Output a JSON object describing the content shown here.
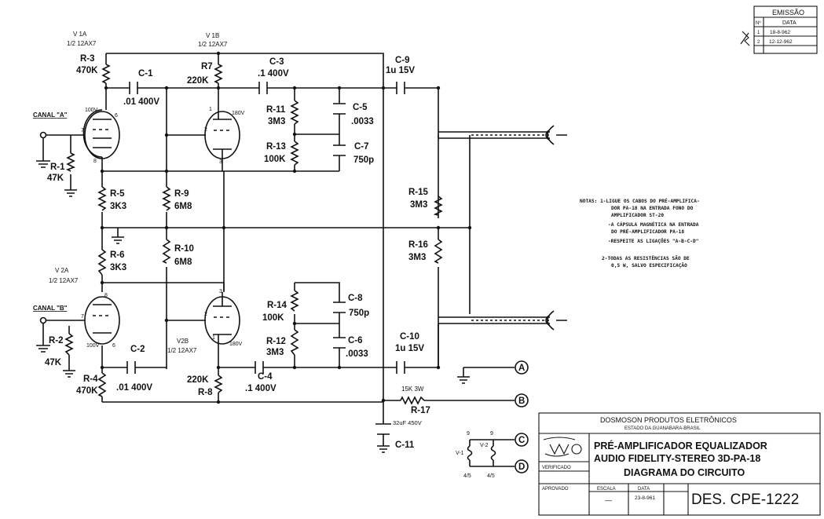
{
  "tubes": {
    "v1a": {
      "name": "V 1A",
      "type": "1/2 12AX7",
      "plate_v": "100V",
      "pins": [
        "6",
        "7",
        "8"
      ]
    },
    "v1b": {
      "name": "V 1B",
      "type": "1/2 12AX7",
      "plate_v": "180V",
      "pins": [
        "1",
        "2",
        "3"
      ]
    },
    "v2a": {
      "name": "V 2A",
      "type": "1/2 12AX7",
      "plate_v": "100V",
      "pins": [
        "8",
        "7",
        "6"
      ]
    },
    "v2b": {
      "name": "V2B",
      "type": "1/2 12AX7",
      "plate_v": "180V",
      "pins": [
        "3",
        "2",
        "1"
      ]
    }
  },
  "channels": {
    "a": "CANAL \"A\"",
    "b": "CANAL \"B\""
  },
  "components": {
    "r3": {
      "ref": "R-3",
      "val": "470K"
    },
    "c1": {
      "ref": "C-1",
      "val": ".01 400V"
    },
    "r7": {
      "ref": "R7",
      "val": "220K"
    },
    "c3": {
      "ref": "C-3",
      "val": ".1 400V"
    },
    "c9": {
      "ref": "C-9",
      "val": "1u 15V"
    },
    "r11": {
      "ref": "R-11",
      "val": "3M3"
    },
    "c5": {
      "ref": "C-5",
      "val": ".0033"
    },
    "r13": {
      "ref": "R-13",
      "val": "100K"
    },
    "c7": {
      "ref": "C-7",
      "val": "750p"
    },
    "r1": {
      "ref": "R-1",
      "val": "47K"
    },
    "r5": {
      "ref": "R-5",
      "val": "3K3"
    },
    "r9": {
      "ref": "R-9",
      "val": "6M8"
    },
    "r15": {
      "ref": "R-15",
      "val": "3M3"
    },
    "r10": {
      "ref": "R-10",
      "val": "6M8"
    },
    "r16": {
      "ref": "R-16",
      "val": "3M3"
    },
    "r6": {
      "ref": "R-6",
      "val": "3K3"
    },
    "r14": {
      "ref": "R-14",
      "val": "100K"
    },
    "c8": {
      "ref": "C-8",
      "val": "750p"
    },
    "r2": {
      "ref": "R-2",
      "val": "47K"
    },
    "r12": {
      "ref": "R-12",
      "val": "3M3"
    },
    "c6": {
      "ref": "C-6",
      "val": ".0033"
    },
    "c10": {
      "ref": "C-10",
      "val": "1u 15V"
    },
    "c2": {
      "ref": "C-2",
      "val": ""
    },
    "r4": {
      "ref": "R-4",
      "val": "470K"
    },
    "c2v": {
      "ref": "",
      "val": ".01 400V"
    },
    "r8": {
      "ref": "R-8",
      "val": "220K"
    },
    "c4": {
      "ref": "C-4",
      "val": ".1 400V"
    },
    "r17": {
      "ref": "R-17",
      "val": "15K 3W"
    },
    "c11": {
      "ref": "C-11",
      "val": "32uF 450V"
    }
  },
  "terminals": [
    "A",
    "B",
    "C",
    "D"
  ],
  "heater": {
    "v1": "V-1",
    "v2": "V-2",
    "top": "9",
    "bottom": "4/5"
  },
  "notes": [
    "NOTAS: 1-LIGUE OS CABOS DO PRÉ-AMPLIFICA-",
    "DOR PA-18 NA ENTRADA FONO DO",
    "AMPLIFICADOR ST-20",
    "-A CÁPSULA MAGNÉTICA NA ENTRADA",
    "DO PRÉ-AMPLIFICADOR PA-18",
    "-RESPEITE AS LIGAÇÕES \"A-B-C-D\"",
    "2-TODAS AS RESISTÊNCIAS SÃO DE",
    "0,5 W, SALVO ESPECIFICAÇÃO"
  ],
  "emissao": {
    "title": "EMISSÃO",
    "headers": [
      "Nº",
      "DATA"
    ],
    "rows": [
      [
        "1",
        "18-8-962"
      ],
      [
        "2",
        "12-12-962"
      ]
    ]
  },
  "title_block": {
    "company": "DOSMOSON PRODUTOS ELETRÔNICOS",
    "state": "ESTADO DA GUANABARA-BRASIL",
    "line1": "PRÉ-AMPLIFICADOR EQUALIZADOR",
    "line2": "AUDIO FIDELITY-STEREO 3D-PA-18",
    "line3": "DIAGRAMA DO CIRCUITO",
    "verified": "VERIFICADO",
    "approved": "APROVADO",
    "scale_label": "ESCALA",
    "scale_value": "—",
    "date_label": "DATA",
    "date_value": "23-8-961",
    "drawing_no": "DES. CPE-1222"
  },
  "colors": {
    "ink": "#111111",
    "paper": "#ffffff"
  }
}
